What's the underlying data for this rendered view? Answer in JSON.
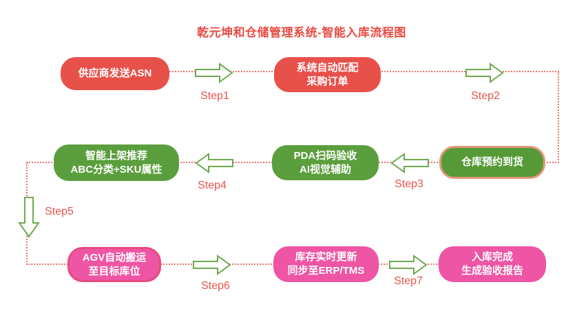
{
  "title": "乾元坤和仓储管理系统-智能入库流程图",
  "nodes": [
    {
      "id": "supplier-asn",
      "text": "供应商发送ASN",
      "color": "#e8504a"
    },
    {
      "id": "auto-match-po",
      "text": "系统自动匹配\n采购订单",
      "color": "#e8504a"
    },
    {
      "id": "warehouse-appointment",
      "text": "仓库预约到货",
      "color": "#569a38",
      "border": "#e2997a"
    },
    {
      "id": "pda-scan-check",
      "text": "PDA扫码验收\nAI视觉辅助",
      "color": "#5b9e3d"
    },
    {
      "id": "smart-putaway",
      "text": "智能上架推荐\nABC分类+SKU属性",
      "color": "#5b9e3d"
    },
    {
      "id": "agv-transport",
      "text": "AGV自动搬运\n至目标库位",
      "color": "#ee55a4",
      "border": "#e74a7e"
    },
    {
      "id": "inventory-sync",
      "text": "库存实时更新\n同步至ERP/TMS",
      "color": "#ee55a4"
    },
    {
      "id": "inbound-complete",
      "text": "入库完成\n生成验收报告",
      "color": "#ee55a4"
    }
  ],
  "steps": [
    {
      "label": "Step1",
      "direction": "right"
    },
    {
      "label": "Step2",
      "direction": "right"
    },
    {
      "label": "Step3",
      "direction": "left"
    },
    {
      "label": "Step4",
      "direction": "left"
    },
    {
      "label": "Step5",
      "direction": "down"
    },
    {
      "label": "Step6",
      "direction": "right"
    },
    {
      "label": "Step7",
      "direction": "right"
    }
  ],
  "colors": {
    "title_text": "#e84c44",
    "red_node": "#e8504a",
    "green_node": "#5b9e3d",
    "green_node_dark": "#569a38",
    "pink_node": "#ee55a4",
    "salmon_border": "#e2997a",
    "pink_border": "#e74a7e",
    "arrow_outline": "#6fa84e",
    "step_label": "#e8544b",
    "dotted_line": "#e87164"
  }
}
